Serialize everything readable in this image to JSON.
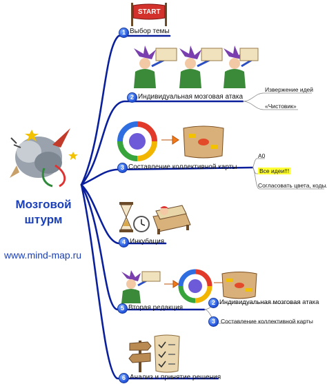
{
  "central": {
    "title_line1": "Мозговой",
    "title_line2": "штурм",
    "website": "www.mind-map.ru"
  },
  "start_sign": "START",
  "branches": [
    {
      "num": "1",
      "label": "Выбор темы"
    },
    {
      "num": "2",
      "label": "Индивидуальная мозговая атака",
      "children": [
        "Извержение идей",
        "«Чистовик»"
      ]
    },
    {
      "num": "3",
      "label": "Составление коллективной карты",
      "children": [
        "А0",
        "Все идеи!!!",
        "Согласовать цвета, коды..."
      ]
    },
    {
      "num": "4",
      "label": "Инкубация"
    },
    {
      "num": "5",
      "label": "Вторая редакция",
      "children": [
        {
          "num": "2",
          "label": "Индивидуальная мозговая атака"
        },
        {
          "num": "3",
          "label": "Составление коллективной карты"
        }
      ]
    },
    {
      "num": "6",
      "label": "Анализ и принятие решения"
    }
  ],
  "colors": {
    "branch": "#0a1f9c",
    "title": "#1a3fb8",
    "highlight": "#ffff33"
  },
  "icons": [
    "start-sign-icon",
    "jester-icon",
    "scroll-icon",
    "cycle-icon",
    "treasure-map-icon",
    "hourglass-icon",
    "clock-icon",
    "sleeping-bed-icon",
    "signpost-icon",
    "checklist-scroll-icon",
    "brainstorm-cloud-icon"
  ]
}
